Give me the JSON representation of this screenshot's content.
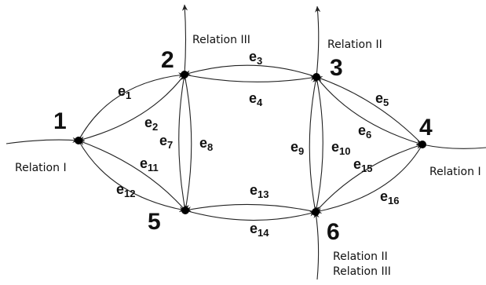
{
  "nodes": [
    {
      "id": "1",
      "label": "1"
    },
    {
      "id": "2",
      "label": "2"
    },
    {
      "id": "3",
      "label": "3"
    },
    {
      "id": "4",
      "label": "4"
    },
    {
      "id": "5",
      "label": "5"
    },
    {
      "id": "6",
      "label": "6"
    }
  ],
  "edges": [
    {
      "id": "e1",
      "base": "e",
      "sub": "1",
      "from": "1",
      "to": "2"
    },
    {
      "id": "e2",
      "base": "e",
      "sub": "2",
      "from": "2",
      "to": "1"
    },
    {
      "id": "e3",
      "base": "e",
      "sub": "3",
      "from": "3",
      "to": "2"
    },
    {
      "id": "e4",
      "base": "e",
      "sub": "4",
      "from": "2",
      "to": "3"
    },
    {
      "id": "e5",
      "base": "e",
      "sub": "5",
      "from": "4",
      "to": "3"
    },
    {
      "id": "e6",
      "base": "e",
      "sub": "6",
      "from": "3",
      "to": "4"
    },
    {
      "id": "e7",
      "base": "e",
      "sub": "7",
      "from": "5",
      "to": "2"
    },
    {
      "id": "e8",
      "base": "e",
      "sub": "8",
      "from": "2",
      "to": "5"
    },
    {
      "id": "e9",
      "base": "e",
      "sub": "9",
      "from": "6",
      "to": "3"
    },
    {
      "id": "e10",
      "base": "e",
      "sub": "10",
      "from": "3",
      "to": "6"
    },
    {
      "id": "e11",
      "base": "e",
      "sub": "11",
      "from": "5",
      "to": "1"
    },
    {
      "id": "e12",
      "base": "e",
      "sub": "12",
      "from": "1",
      "to": "5"
    },
    {
      "id": "e13",
      "base": "e",
      "sub": "13",
      "from": "6",
      "to": "5"
    },
    {
      "id": "e14",
      "base": "e",
      "sub": "14",
      "from": "5",
      "to": "6"
    },
    {
      "id": "e15",
      "base": "e",
      "sub": "15",
      "from": "6",
      "to": "4"
    },
    {
      "id": "e16",
      "base": "e",
      "sub": "16",
      "from": "4",
      "to": "6"
    }
  ],
  "relations": {
    "in_1": "Relation I",
    "out_4": "Relation I",
    "out_2": "Relation III",
    "out_3": "Relation II",
    "in_6_line1": "Relation II",
    "in_6_line2": "Relation III"
  }
}
